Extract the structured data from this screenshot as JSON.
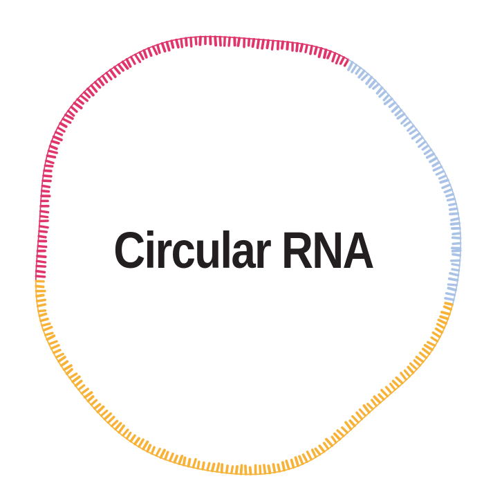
{
  "diagram": {
    "label": "Circular RNA",
    "label_color": "#231f20",
    "background_color": "#ffffff",
    "ring": {
      "name": "circular-rna-strand",
      "segments": [
        {
          "name": "pink",
          "color": "#e0356b",
          "start_deg": 172,
          "end_deg": 300
        },
        {
          "name": "blue",
          "color": "#a9c2e6",
          "start_deg": 300,
          "end_deg": 374
        },
        {
          "name": "yellow",
          "color": "#f7b237",
          "start_deg": 14,
          "end_deg": 172
        }
      ]
    }
  }
}
